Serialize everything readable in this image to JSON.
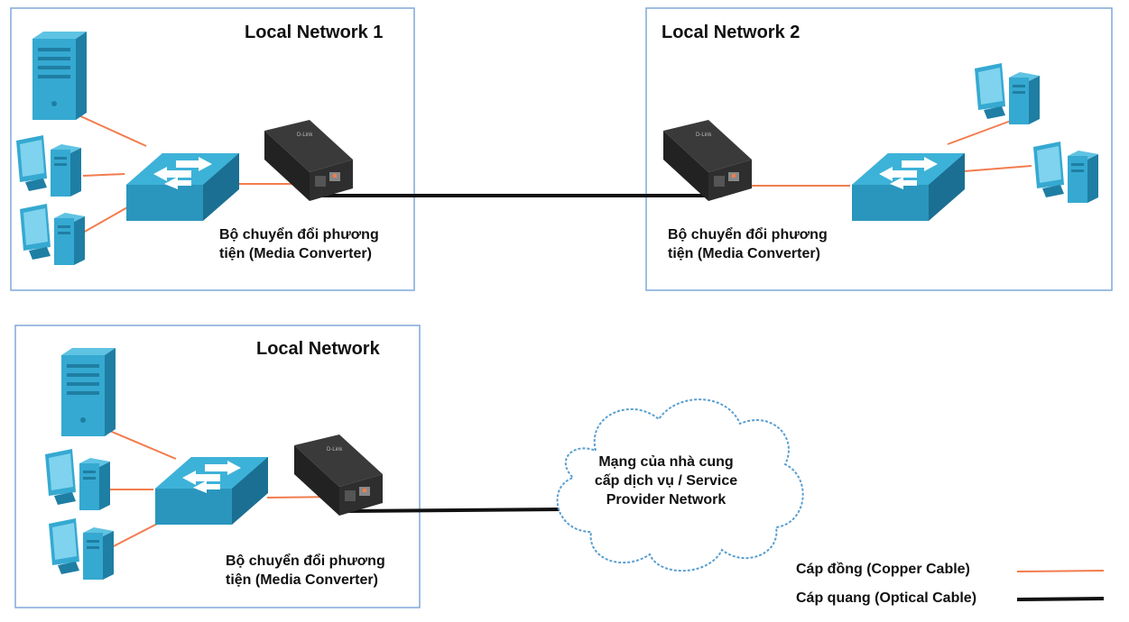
{
  "networks": {
    "net1": {
      "title": "Local Network 1",
      "converter_line1": "Bộ chuyển đổi phương",
      "converter_line2": "tiện (Media Converter)"
    },
    "net2": {
      "title": "Local Network 2",
      "converter_line1": "Bộ chuyển đổi phương",
      "converter_line2": "tiện (Media Converter)"
    },
    "net3": {
      "title": "Local Network",
      "converter_line1": "Bộ chuyển đổi phương",
      "converter_line2": "tiện (Media Converter)"
    }
  },
  "cloud": {
    "line1": "Mạng của nhà cung",
    "line2": "cấp dịch vụ / Service",
    "line3": "Provider Network"
  },
  "legend": {
    "copper": "Cáp đồng (Copper Cable)",
    "optical": "Cáp quang (Optical Cable)"
  },
  "colors": {
    "copper": "#f27c4e",
    "optical": "#111111",
    "device": "#2f9bbf",
    "box_border": "#7ea9d8"
  }
}
